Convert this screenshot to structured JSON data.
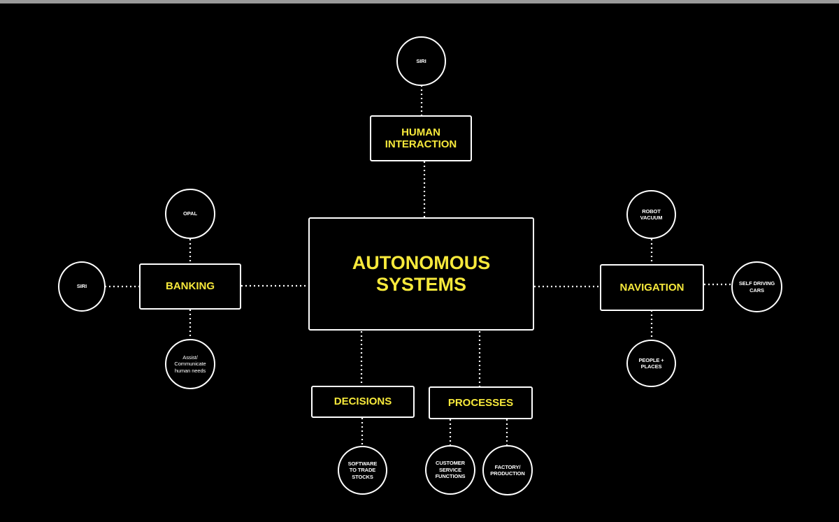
{
  "colors": {
    "background": "#000000",
    "box_text": "#f7e93b",
    "outline": "#ffffff",
    "connector": "#ffffff"
  },
  "center": {
    "label": "AUTONOMOUS\nSYSTEMS"
  },
  "categories": {
    "human_interaction": "HUMAN\nINTERACTION",
    "banking": "BANKING",
    "navigation": "NAVIGATION",
    "decisions": "DECISIONS",
    "processes": "PROCESSES"
  },
  "examples": {
    "human_siri": "SIRI",
    "banking_opal": "OPAL",
    "banking_siri": "SIRI",
    "banking_assist": "Assist/\nCommunicate\nhuman needs",
    "nav_robot_vacuum": "ROBOT\nVACUUM",
    "nav_self_driving": "SELF DRIVING\nCARS",
    "nav_people_places": "PEOPLE +\nPLACES",
    "decisions_software": "SOFTWARE\nTO TRADE\nSTOCKS",
    "processes_customer": "CUSTOMER\nSERVICE\nFUNCTIONS",
    "processes_factory": "FACTORY/\nPRODUCTION"
  }
}
